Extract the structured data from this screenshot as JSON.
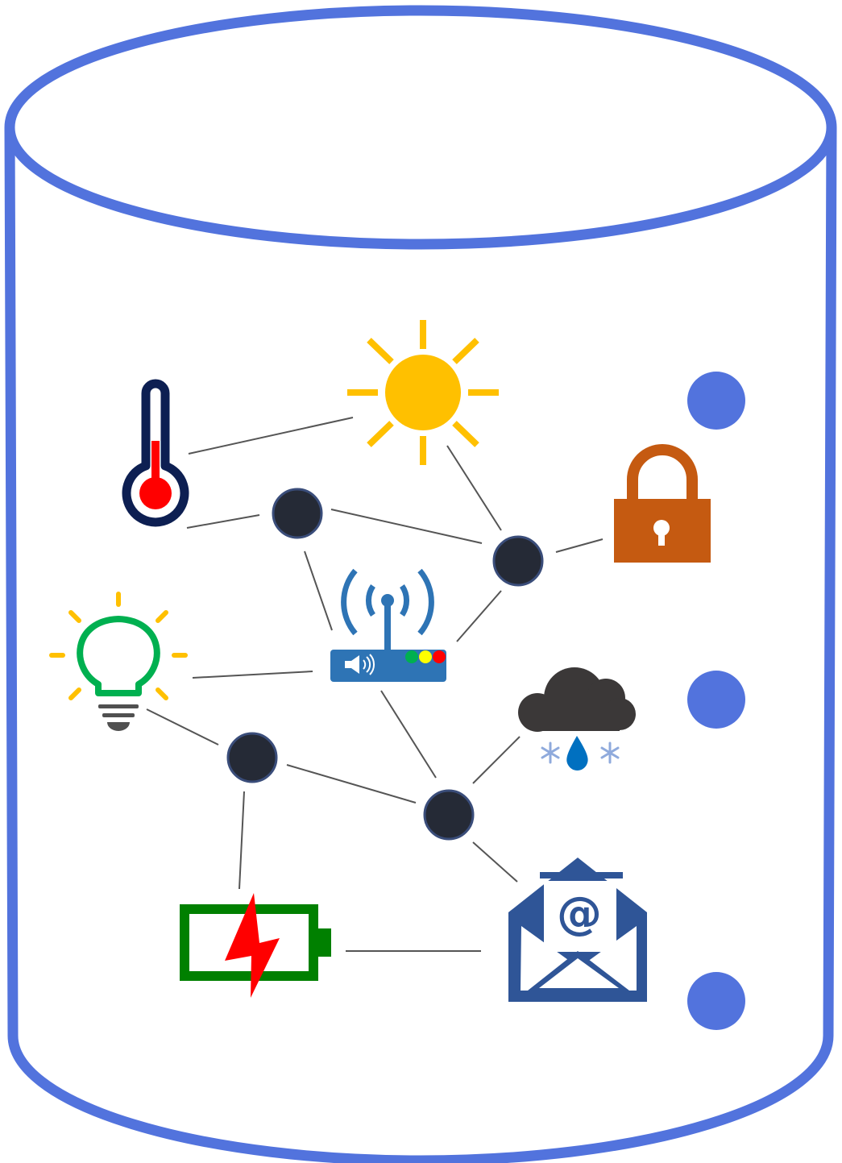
{
  "diagram": {
    "kind": "iot-network-database",
    "colors": {
      "cylinder": "#5273dd",
      "connector_line": "#555555",
      "hub_node": "#252a36",
      "hub_node_stroke": "#3a4d7a",
      "side_dot": "#5273dd",
      "sun": "#ffc000",
      "thermometer_outline": "#0d1f52",
      "thermometer_fluid": "#ff0000",
      "lock": "#c55a11",
      "bulb": "#00b050",
      "bulb_rays": "#ffc000",
      "bulb_base": "#505050",
      "router": "#2e74b5",
      "router_leds": [
        "#00b050",
        "#ffff00",
        "#ff0000"
      ],
      "cloud": "#3b3838",
      "raindrop": "#0070c0",
      "snowflake": "#8faadc",
      "battery": "#008000",
      "bolt": "#ff0000",
      "envelope": "#2f5597"
    },
    "icons": [
      "sun-icon",
      "thermometer-icon",
      "padlock-icon",
      "light-bulb-icon",
      "wifi-router-icon",
      "cloud-rain-snow-icon",
      "battery-charging-icon",
      "email-envelope-icon"
    ],
    "hub_node_count": 4,
    "side_dot_count": 3
  }
}
